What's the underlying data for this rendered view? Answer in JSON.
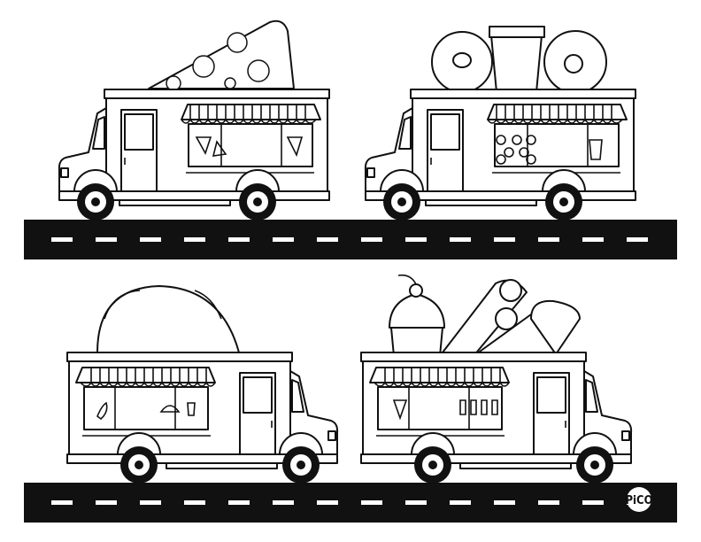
{
  "logo": {
    "text": "PiCO"
  },
  "colors": {
    "ink": "#111111",
    "paper": "#ffffff"
  },
  "trucks": [
    {
      "food": "pizza",
      "facing": "left"
    },
    {
      "food": "donuts-coffee",
      "facing": "left"
    },
    {
      "food": "taco",
      "facing": "right"
    },
    {
      "food": "ice-cream",
      "facing": "right"
    }
  ]
}
